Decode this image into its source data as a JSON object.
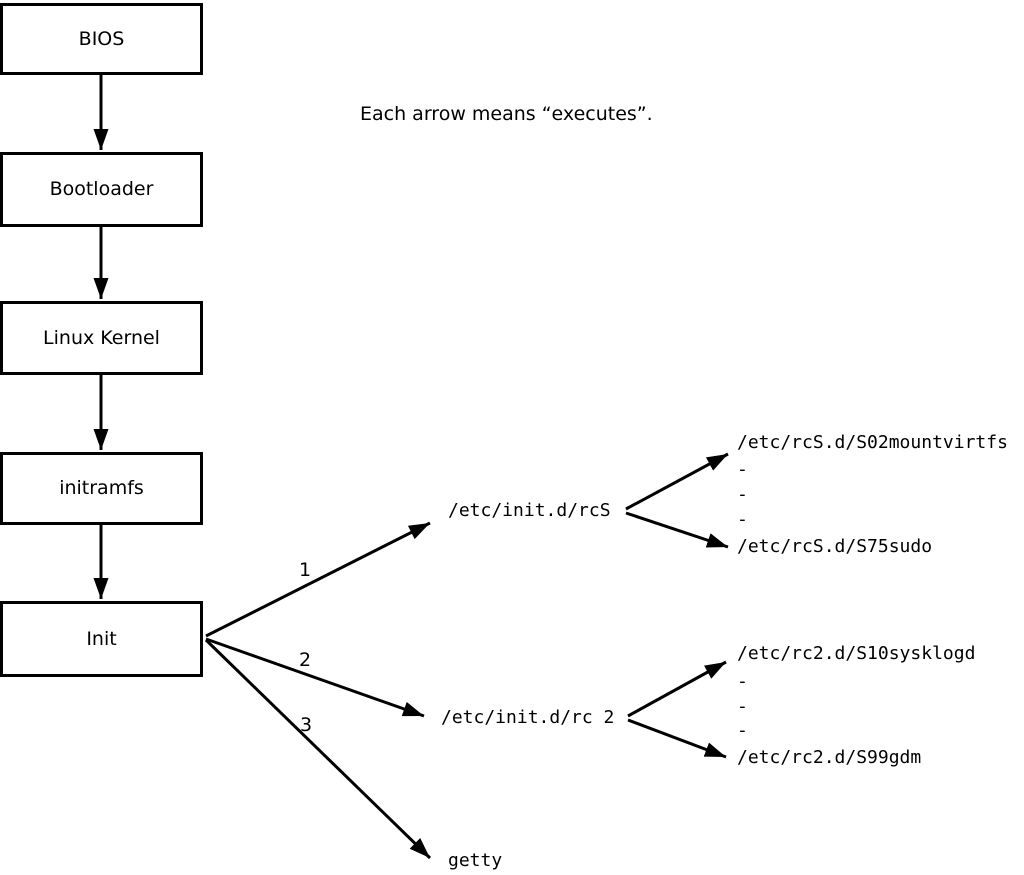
{
  "note": "Each arrow means “executes”.",
  "chain": [
    "BIOS",
    "Bootloader",
    "Linux Kernel",
    "initramfs",
    "Init"
  ],
  "init_branches": [
    {
      "order": "1",
      "target": "/etc/init.d/rcS"
    },
    {
      "order": "2",
      "target": "/etc/init.d/rc 2"
    },
    {
      "order": "3",
      "target": "getty"
    }
  ],
  "rcS_children": [
    "/etc/rcS.d/S02mountvirtfs",
    "-",
    "-",
    "-",
    "/etc/rcS.d/S75sudo"
  ],
  "rc2_children": [
    "/etc/rc2.d/S10sysklogd",
    "-",
    "-",
    "-",
    "/etc/rc2.d/S99gdm"
  ],
  "colors": {
    "ink": "#000000",
    "background": "#ffffff"
  }
}
